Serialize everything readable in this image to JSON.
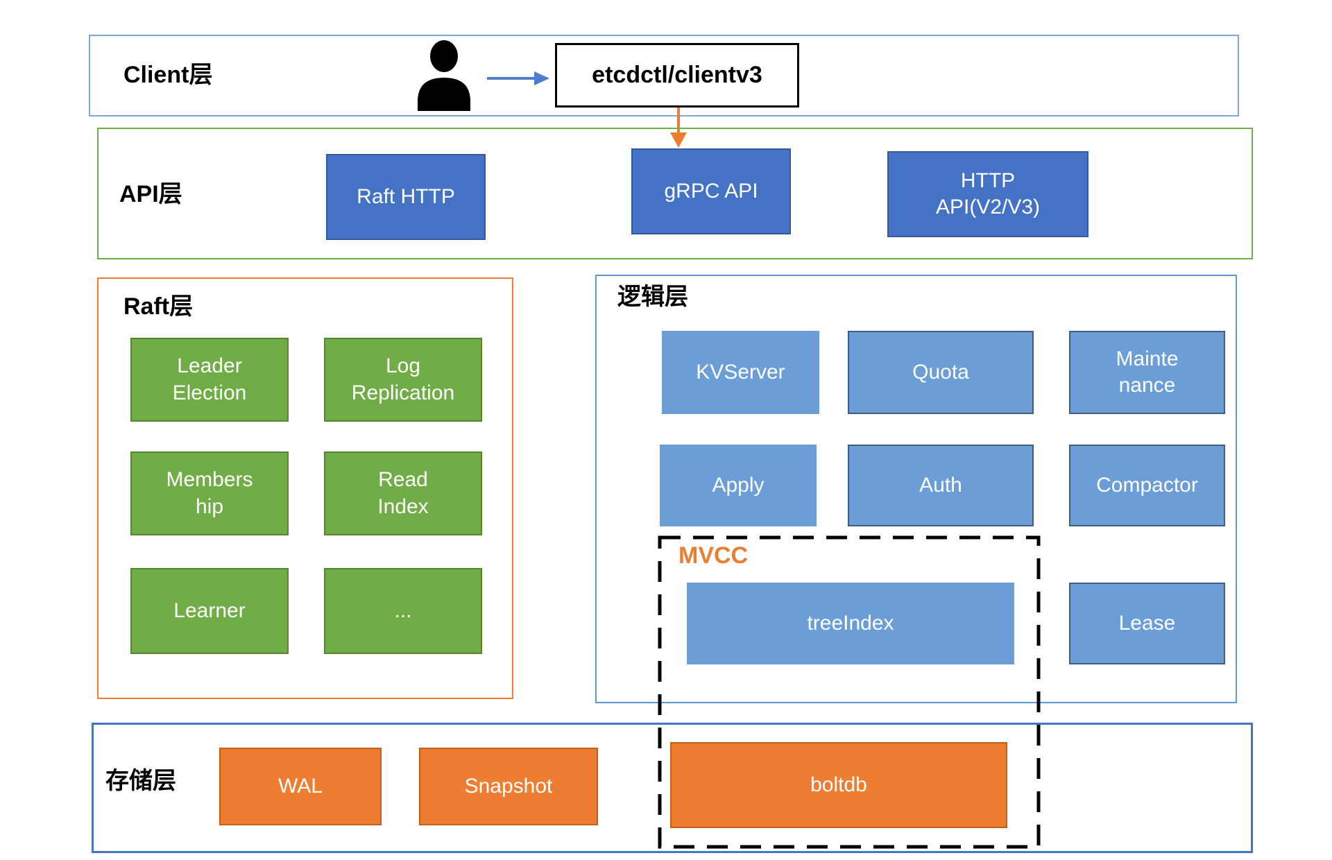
{
  "client_layer": {
    "label": "Client层",
    "client_box": "etcdctl/clientv3"
  },
  "api_layer": {
    "label": "API层",
    "raft_http": "Raft HTTP",
    "grpc_api": "gRPC API",
    "http_api": "HTTP\nAPI(V2/V3)"
  },
  "raft_layer": {
    "label": "Raft层",
    "leader_election": "Leader\nElection",
    "log_replication": "Log\nReplication",
    "membership": "Members\nhip",
    "read_index": "Read\nIndex",
    "learner": "Learner",
    "more": "..."
  },
  "logic_layer": {
    "label": "逻辑层",
    "kvserver": "KVServer",
    "quota": "Quota",
    "maintenance": "Mainte\nnance",
    "apply": "Apply",
    "auth": "Auth",
    "compactor": "Compactor",
    "mvcc": "MVCC",
    "tree_index": "treeIndex",
    "lease": "Lease"
  },
  "storage_layer": {
    "label": "存储层",
    "wal": "WAL",
    "snapshot": "Snapshot",
    "boltdb": "boltdb"
  },
  "icons": {
    "user": "person-icon"
  },
  "colors": {
    "client_border": "#7CA5DC",
    "api_border": "#70AD47",
    "raft_border": "#ED7D31",
    "logic_border": "#5B9BD5",
    "storage_border": "#4472C4",
    "dark_blue_fill": "#4472C4",
    "light_blue_fill": "#6B9ED6",
    "green_fill": "#70AD47",
    "orange_fill": "#ED7D31",
    "mvcc_label_color": "#ED7D31",
    "arrow_blue": "#4C7FD0",
    "arrow_orange": "#ED7D31",
    "text_on_fill": "#FFFFFF",
    "label_text": "#000000"
  }
}
